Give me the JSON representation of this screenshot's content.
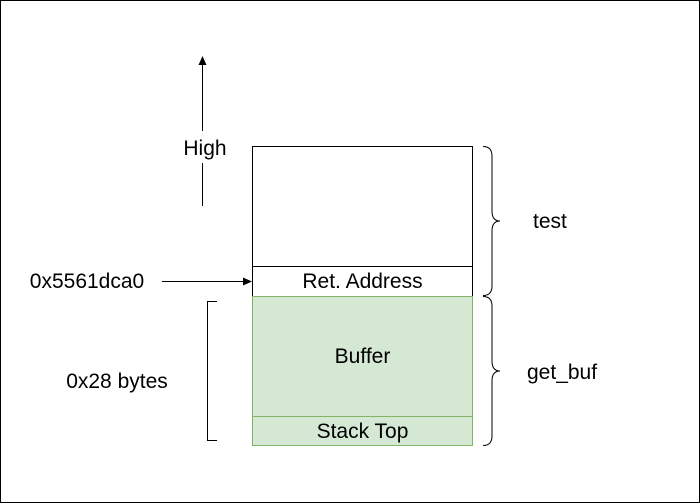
{
  "labels": {
    "high": "High",
    "address": "0x5561dca0",
    "size": "0x28 bytes",
    "test_frame": "test",
    "get_buf_frame": "get_buf"
  },
  "stack": {
    "ret_address": "Ret. Address",
    "buffer": "Buffer",
    "stack_top": "Stack Top"
  },
  "colors": {
    "buffer_fill": "#d5e8d4",
    "buffer_stroke": "#82b366",
    "line": "#000000",
    "background": "#ffffff"
  }
}
